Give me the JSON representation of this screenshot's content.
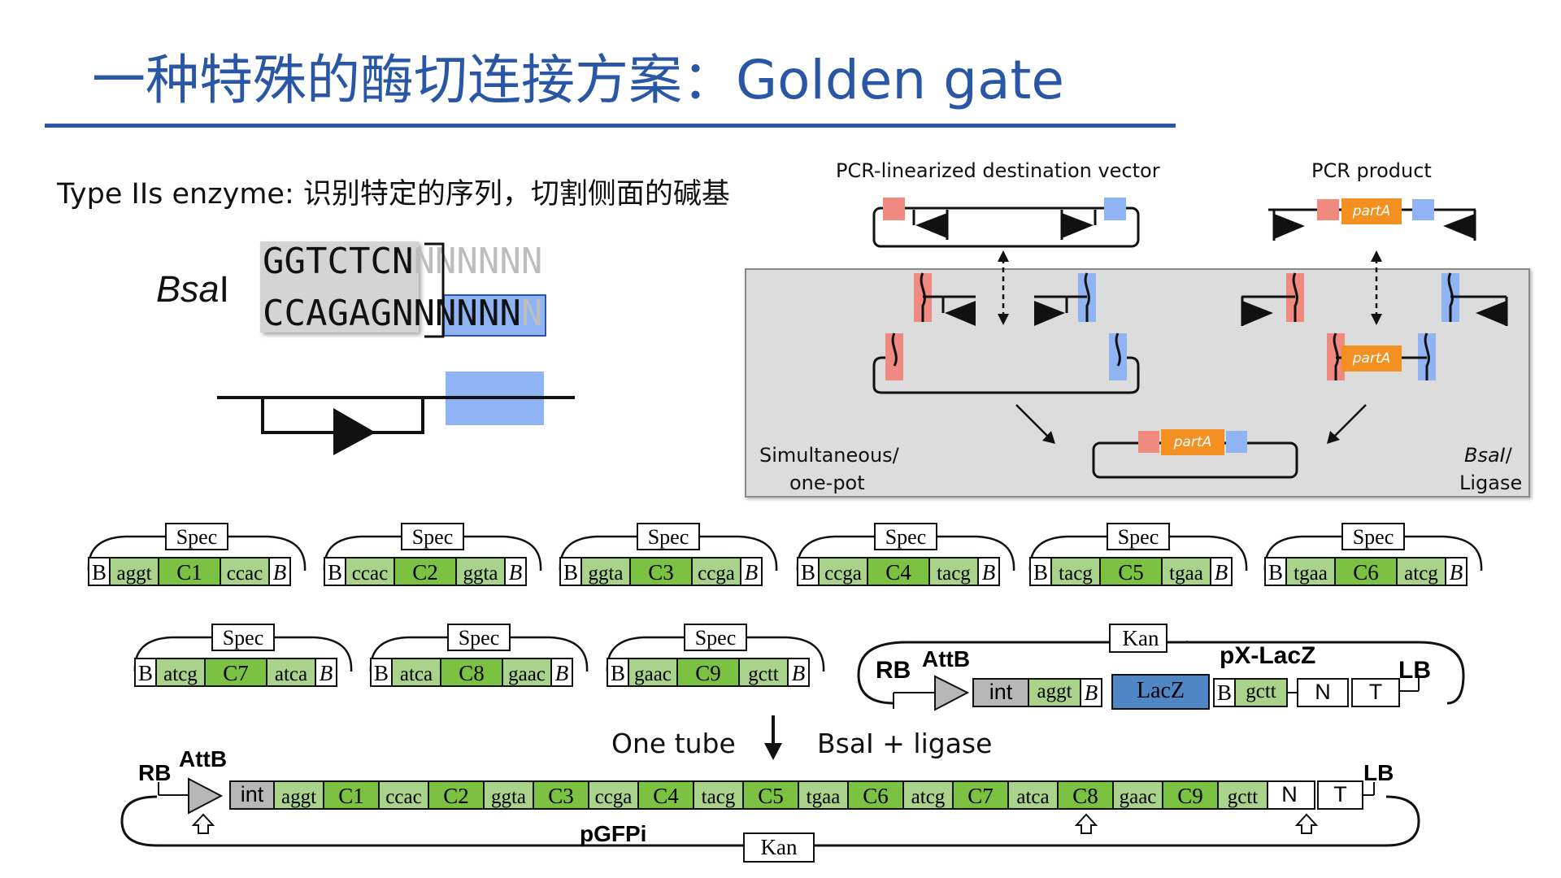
{
  "slide": {
    "title": "一种特殊的酶切连接方案：Golden gate",
    "type_iis_text": "Type IIs enzyme: 识别特定的序列，切割侧面的碱基",
    "enzyme_name_italic": "Bsa",
    "enzyme_name_suffix": "I"
  },
  "sequence": {
    "top_recognition": "GGTCTCN",
    "top_tail": "NNNNNN",
    "bottom_recognition": "CCAGAGN",
    "bottom_overhang": "NNNNN",
    "bottom_tail": "N"
  },
  "schematic": {
    "vector_label": "PCR-linearized destination vector",
    "pcr_label": "PCR product",
    "partA": "partA",
    "simultaneous_line1": "Simultaneous/",
    "simultaneous_line2": "one-pot",
    "bsai_ligase_italic": "BsaI",
    "bsai_ligase_slash": "/",
    "ligase": "Ligase"
  },
  "plasmids": {
    "spec": "Spec",
    "b": "B",
    "modules": [
      {
        "left": "aggt",
        "core": "C1",
        "right": "ccac"
      },
      {
        "left": "ccac",
        "core": "C2",
        "right": "ggta"
      },
      {
        "left": "ggta",
        "core": "C3",
        "right": "ccga"
      },
      {
        "left": "ccga",
        "core": "C4",
        "right": "tacg"
      },
      {
        "left": "tacg",
        "core": "C5",
        "right": "tgaa"
      },
      {
        "left": "tgaa",
        "core": "C6",
        "right": "atcg"
      },
      {
        "left": "atcg",
        "core": "C7",
        "right": "atca"
      },
      {
        "left": "atca",
        "core": "C8",
        "right": "gaac"
      },
      {
        "left": "gaac",
        "core": "C9",
        "right": "gctt"
      }
    ]
  },
  "destination": {
    "kan": "Kan",
    "rb": "RB",
    "attb": "AttB",
    "name": "pX-LacZ",
    "lb": "LB",
    "int": "int",
    "left_overhang": "aggt",
    "lacz": "LacZ",
    "right_overhang": "gctt",
    "n": "N",
    "t": "T"
  },
  "reaction": {
    "one_tube": "One tube",
    "bsai_ligase": "BsaI + ligase"
  },
  "product": {
    "rb": "RB",
    "attb": "AttB",
    "int": "int",
    "segments": [
      "aggt",
      "C1",
      "ccac",
      "C2",
      "ggta",
      "C3",
      "ccga",
      "C4",
      "tacg",
      "C5",
      "tgaa",
      "C6",
      "atcg",
      "C7",
      "atca",
      "C8",
      "gaac",
      "C9",
      "gctt"
    ],
    "n": "N",
    "t": "T",
    "lb": "LB",
    "name": "pGFPi",
    "kan": "Kan"
  },
  "colors": {
    "title_blue": "#2a56a6",
    "green_light": "#a9d28a",
    "green_dark": "#7cc242",
    "lacz_blue": "#4f86c6",
    "overhang_red": "#f08a80",
    "overhang_blue": "#8fb3f3",
    "partA_orange": "#f39021",
    "int_gray": "#b7b7b7"
  }
}
